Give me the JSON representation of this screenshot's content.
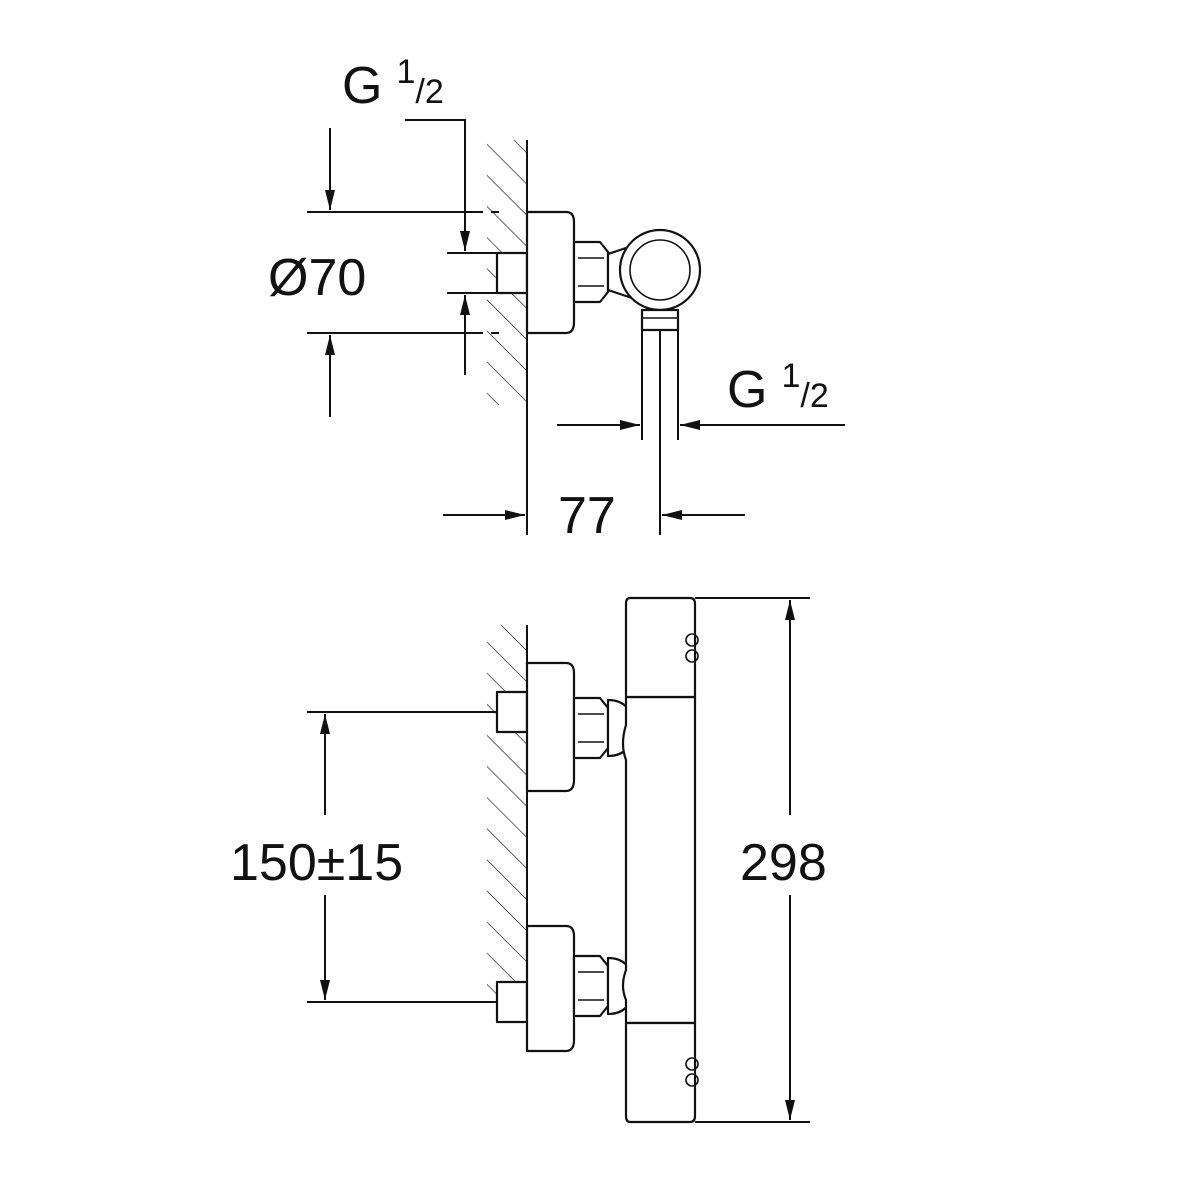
{
  "labels": {
    "thread_top": {
      "main": "G",
      "num": "1",
      "slash": "/",
      "den": "2"
    },
    "thread_right": {
      "main": "G",
      "num": "1",
      "slash": "/",
      "den": "2"
    },
    "diameter": "Ø70",
    "depth": "77",
    "spacing": "150±15",
    "height": "298"
  },
  "colors": {
    "line": "#111111",
    "background": "#ffffff"
  }
}
